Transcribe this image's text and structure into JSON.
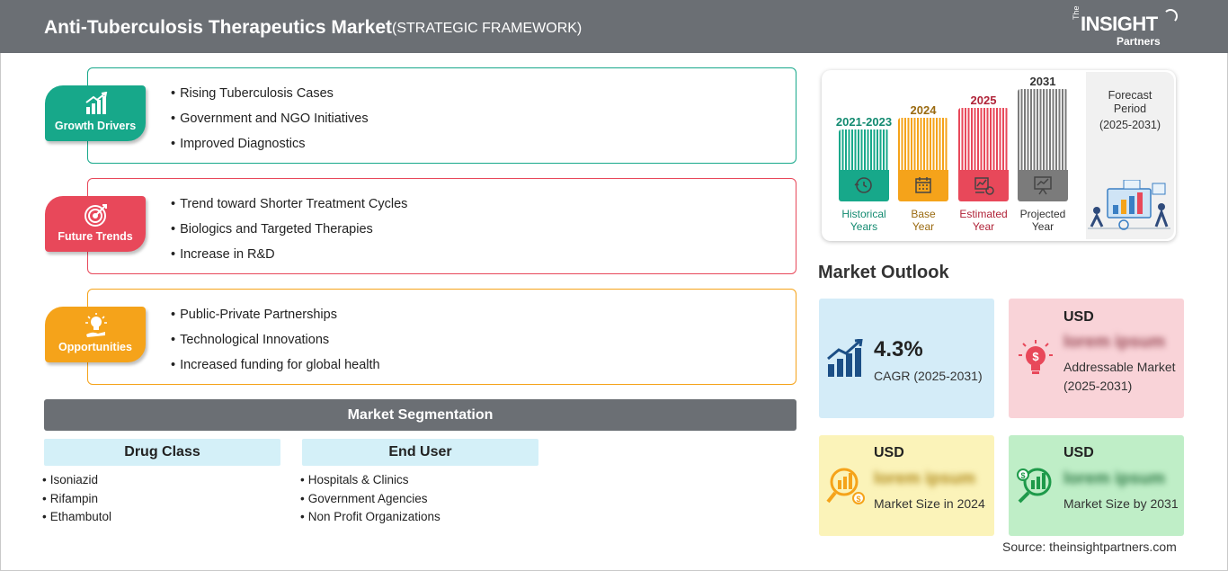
{
  "header": {
    "title": "Anti-Tuberculosis Therapeutics Market",
    "subtitle": "(STRATEGIC FRAMEWORK)",
    "logo_the": "The",
    "logo_insight": "INSIGHT",
    "logo_partners": "Partners"
  },
  "framework": [
    {
      "label": "Growth Drivers",
      "icon": "bar-growth-icon",
      "color": "#17a88a",
      "items": [
        "Rising Tuberculosis Cases",
        "Government and NGO Initiatives",
        "Improved Diagnostics"
      ]
    },
    {
      "label": "Future Trends",
      "icon": "target-icon",
      "color": "#e8485a",
      "items": [
        "Trend toward Shorter Treatment Cycles",
        "Biologics and Targeted Therapies",
        "Increase in R&D"
      ]
    },
    {
      "label": "Opportunities",
      "icon": "lightbulb-hand-icon",
      "color": "#f5a31a",
      "items": [
        "Public-Private Partnerships",
        "Technological Innovations",
        "Increased funding for global health"
      ]
    }
  ],
  "segmentation": {
    "title": "Market Segmentation",
    "groups": [
      {
        "name": "Drug Class",
        "items": [
          "Isoniazid",
          "Rifampin",
          "Ethambutol"
        ]
      },
      {
        "name": "End User",
        "items": [
          "Hospitals & Clinics",
          "Government Agencies",
          "Non Profit Organizations"
        ]
      }
    ]
  },
  "timeline": {
    "items": [
      {
        "year": "2021-2023",
        "label_line1": "Historical",
        "label_line2": "Years",
        "color": "#17a88a",
        "icon": "history-icon"
      },
      {
        "year": "2024",
        "label_line1": "Base",
        "label_line2": "Year",
        "color": "#f5a31a",
        "icon": "calendar-icon"
      },
      {
        "year": "2025",
        "label_line1": "Estimated",
        "label_line2": "Year",
        "color": "#e8485a",
        "icon": "estimate-chart-icon"
      },
      {
        "year": "2031",
        "label_line1": "Projected",
        "label_line2": "Year",
        "color": "#7b7b7b",
        "icon": "projection-board-icon"
      }
    ],
    "forecast_line1": "Forecast",
    "forecast_line2": "Period",
    "forecast_line3": "(2025-2031)"
  },
  "outlook": {
    "title": "Market Outlook",
    "cagr_value": "4.3%",
    "cagr_label": "CAGR (2025-2031)",
    "cards": [
      {
        "usd": "USD",
        "blurred": "lorem ipsum",
        "desc": "Addressable Market (2025-2031)",
        "color": "#f9d3d8",
        "icon": "money-bulb-icon"
      },
      {
        "usd": "USD",
        "blurred": "lorem ipsum",
        "desc": "Market Size in 2024",
        "color": "#fbf3b9",
        "icon": "market-size-icon"
      },
      {
        "usd": "USD",
        "blurred": "lorem ipsum",
        "desc": "Market Size by 2031",
        "color": "#bfeec7",
        "icon": "market-forecast-icon"
      }
    ],
    "cagr_color": "#d4ecf8"
  },
  "source": "Source: theinsightpartners.com"
}
